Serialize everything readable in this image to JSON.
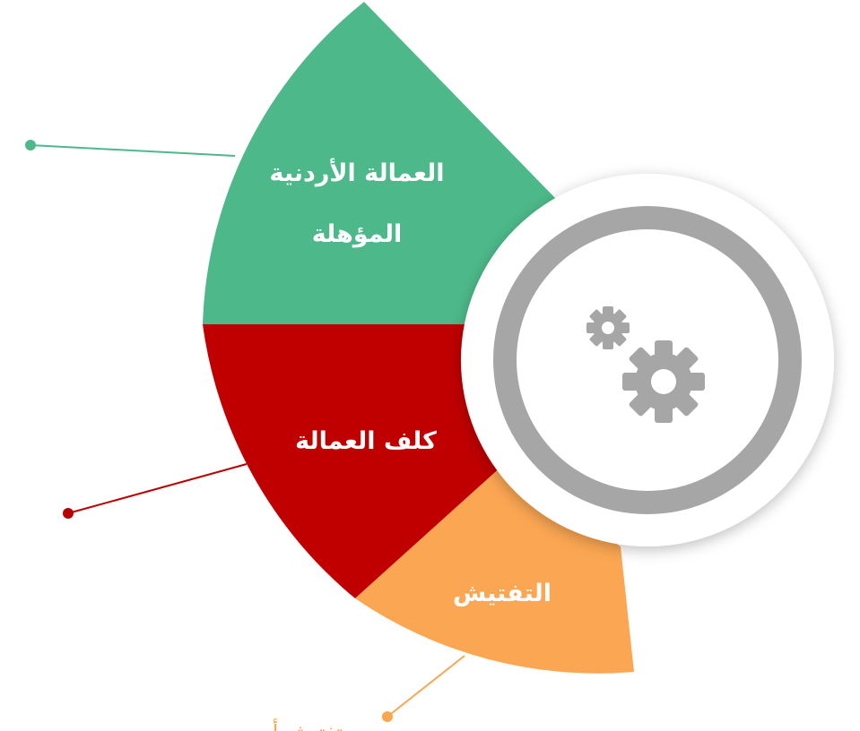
{
  "diagram": {
    "segments": [
      {
        "id": "green",
        "label_lines": [
          "العمالة الأردنية",
          "المؤهلة"
        ],
        "color": "#4db98a"
      },
      {
        "id": "red",
        "label_lines": [
          "كلف العمالة"
        ],
        "color": "#c00000"
      },
      {
        "id": "orange",
        "label_lines": [
          "التفتيش"
        ],
        "color": "#fba652"
      }
    ],
    "bottom_caption": "تفتيش أي...",
    "center": {
      "icon": "gears-icon",
      "ring_color": "#a6a6a6",
      "icon_color": "#a6a6a6"
    },
    "connector_colors": {
      "green": "#4db98a",
      "red": "#b80000",
      "orange": "#fba652"
    }
  }
}
